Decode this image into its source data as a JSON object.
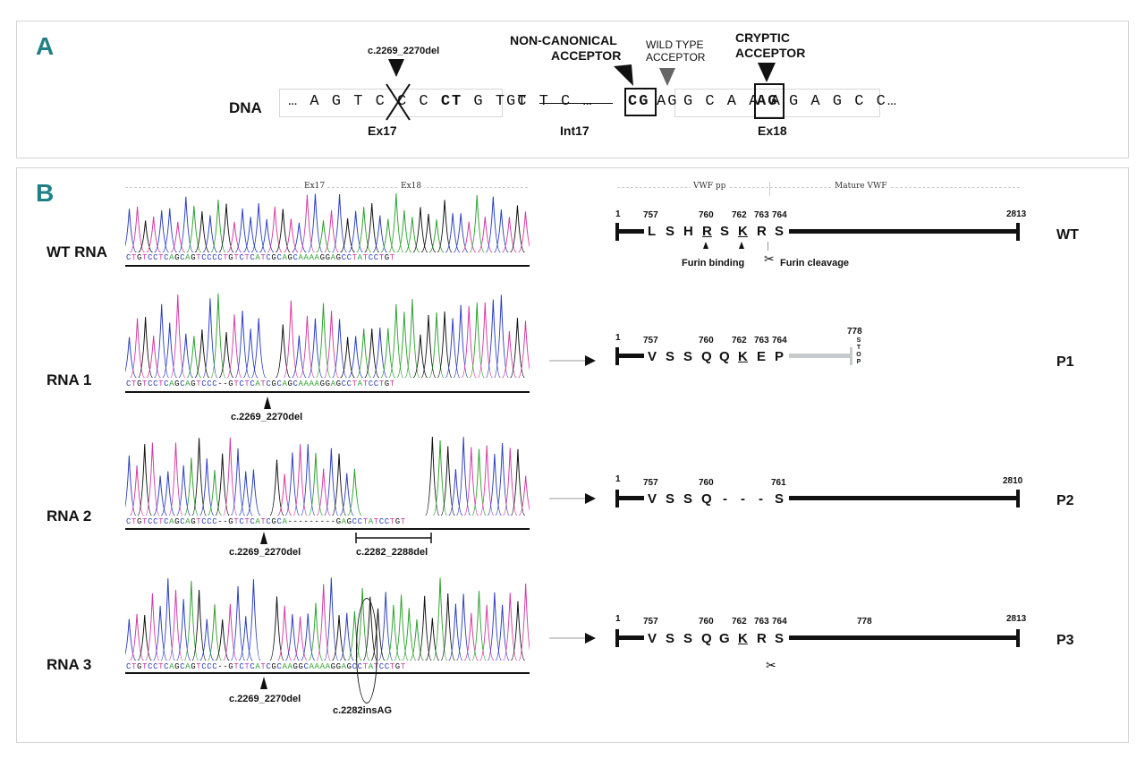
{
  "panel_a": {
    "label": "A",
    "mutation_label": "c.2269_2270del",
    "dna_label": "DNA",
    "ex17_seq_left": "… A G T C C C ",
    "deleted": "CT",
    "ex17_seq_right": " G T C T C …",
    "gt": "GT",
    "cg": "CG",
    "ag_wt": "AG",
    "ex18_seq_left": "G C A A A",
    "ag_cryptic": "AG",
    "ex18_seq_right": "G A G C C…",
    "non_canonical_line1": "NON-CANONICAL",
    "non_canonical_line2": "ACCEPTOR",
    "wild_type_line1": "WILD TYPE",
    "wild_type_line2": "ACCEPTOR",
    "cryptic_line1": "CRYPTIC",
    "cryptic_line2": "ACCEPTOR",
    "ex17": "Ex17",
    "int17": "Int17",
    "ex18": "Ex18"
  },
  "panel_b": {
    "label": "B",
    "trace_header_ex17": "Ex17",
    "trace_header_ex18": "Ex18",
    "protein_header_pp": "VWF pp",
    "protein_header_mature": "Mature VWF",
    "rows": [
      {
        "label": "WT RNA",
        "seq": "CTGTCCTCAGCAGTCCCCTGTCTCATCGCAGCAAAAGGAGCCTATCCTGT",
        "annotations": [],
        "protein": {
          "name": "WT",
          "start": "1",
          "end": "2813",
          "residues": [
            "L",
            "S",
            "H",
            "R",
            "S",
            "K",
            "R",
            "S"
          ],
          "numbers": [
            "757",
            "760",
            "762",
            "763",
            "764"
          ],
          "furin_binding": "Furin binding",
          "furin_cleavage": "Furin cleavage"
        }
      },
      {
        "label": "RNA 1",
        "seq": "CTGTCCTCAGCAGTCCC--GTCTCATCGCAGCAAAAGGAGCCTATCCTGT",
        "annotations": [
          "c.2269_2270del"
        ],
        "protein": {
          "name": "P1",
          "start": "1",
          "residues": [
            "V",
            "S",
            "S",
            "Q",
            "Q",
            "K",
            "E",
            "P"
          ],
          "numbers": [
            "757",
            "760",
            "762",
            "763",
            "764"
          ],
          "stop_num": "778",
          "stop": [
            "S",
            "T",
            "O",
            "P"
          ]
        }
      },
      {
        "label": "RNA 2",
        "seq": "CTGTCCTCAGCAGTCCC--GTCTCATCGCA---------GAGCCTATCCTGT",
        "annotations": [
          "c.2269_2270del",
          "c.2282_2288del"
        ],
        "protein": {
          "name": "P2",
          "start": "1",
          "end": "2810",
          "residues": [
            "V",
            "S",
            "S",
            "Q",
            "-",
            "-",
            "-",
            "S"
          ],
          "numbers": [
            "757",
            "760",
            "761"
          ]
        }
      },
      {
        "label": "RNA 3",
        "seq": "CTGTCCTCAGCAGTCCC--GTCTCATCGCAAGGCAAAAGGAGCCTATCCTGT",
        "annotations": [
          "c.2269_2270del",
          "c.2282insAG"
        ],
        "protein": {
          "name": "P3",
          "start": "1",
          "end": "2813",
          "residues": [
            "V",
            "S",
            "S",
            "Q",
            "G",
            "K",
            "R",
            "S"
          ],
          "numbers": [
            "757",
            "760",
            "762",
            "763",
            "764",
            "778"
          ]
        }
      }
    ]
  }
}
